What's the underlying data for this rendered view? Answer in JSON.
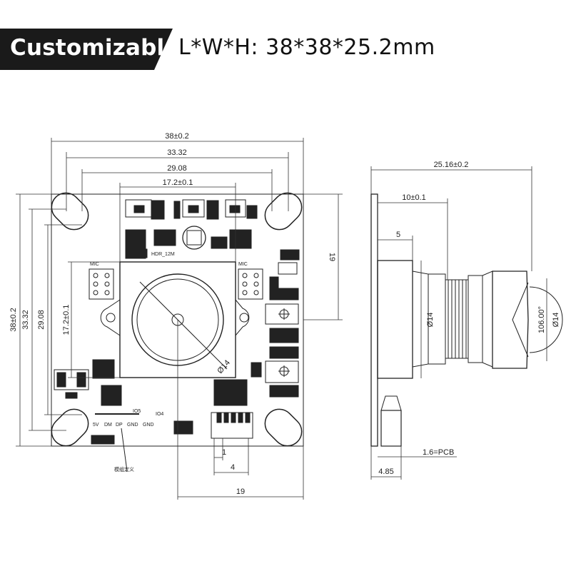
{
  "header": {
    "badge": "Customizable",
    "dimensions": "L*W*H:  38*38*25.2mm",
    "badge_color": "#1a1a1a"
  },
  "front_view": {
    "dims": {
      "width_total": "38±0.2",
      "hole_span_outer": "33.32",
      "hole_span_inner": "29.08",
      "sensor_width": "17.2±0.1",
      "height_total": "38±0.2",
      "height_outer": "33.32",
      "height_inner": "29.08",
      "sensor_height": "17.2±0.1",
      "right_offset": "19",
      "bottom_offset": "19",
      "connector_pitch": "1",
      "connector_width": "4",
      "lens_diameter": "Ø14"
    },
    "labels": {
      "hdr": "HDR_12M",
      "mic_left": "MIC",
      "mic_right": "MIC",
      "io5": "IO5",
      "io4": "IO4",
      "pins": [
        "5V",
        "DM",
        "DP",
        "GND"
      ],
      "gnd2": "GND",
      "note": "模组定义"
    }
  },
  "side_view": {
    "dims": {
      "total_depth": "25.16±0.2",
      "holder_depth": "10±0.1",
      "step": "5",
      "holder_diameter": "Ø14",
      "lens_diameter": "Ø14",
      "fov": "106.00°",
      "pcb_thickness": "1.6=PCB",
      "connector_depth": "4.85"
    }
  }
}
